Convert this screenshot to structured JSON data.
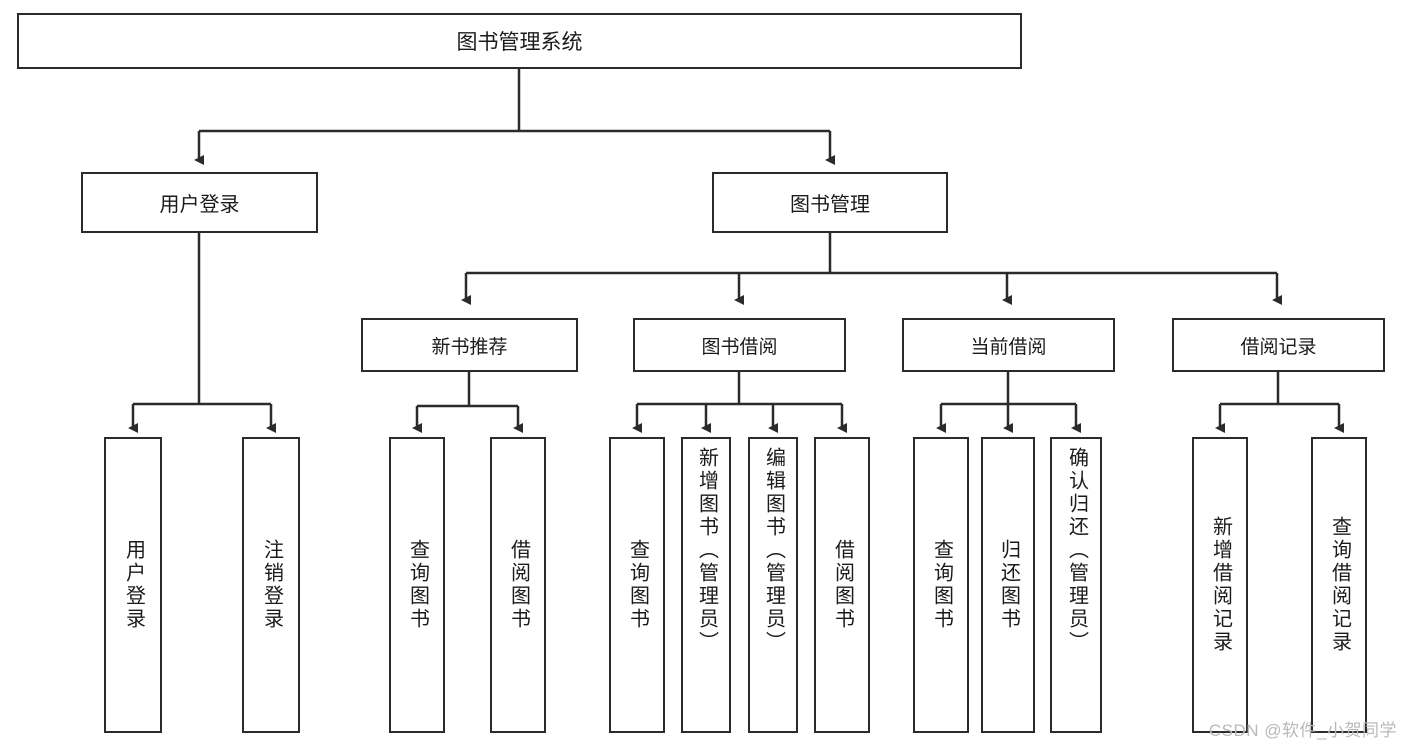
{
  "diagram": {
    "type": "tree",
    "title": "图书管理系统",
    "root": {
      "label": "图书管理系统"
    },
    "tier1": [
      {
        "label": "用户登录"
      },
      {
        "label": "图书管理"
      }
    ],
    "tier2": [
      {
        "label": "新书推荐"
      },
      {
        "label": "图书借阅"
      },
      {
        "label": "当前借阅"
      },
      {
        "label": "借阅记录"
      }
    ],
    "leaves": {
      "user_login": [
        {
          "label": "用户登录"
        },
        {
          "label": "注销登录"
        }
      ],
      "new_book_recommend": [
        {
          "label": "查询图书"
        },
        {
          "label": "借阅图书"
        }
      ],
      "book_borrow": [
        {
          "label": "查询图书"
        },
        {
          "label": "新增图书（管理员）"
        },
        {
          "label": "编辑图书（管理员）"
        },
        {
          "label": "借阅图书"
        }
      ],
      "current_borrow": [
        {
          "label": "查询图书"
        },
        {
          "label": "归还图书"
        },
        {
          "label": "确认归还（管理员）"
        }
      ],
      "borrow_record": [
        {
          "label": "新增借阅记录"
        },
        {
          "label": "查询借阅记录"
        }
      ]
    }
  },
  "watermark": {
    "text": "CSDN @软件_小贺同学"
  },
  "colors": {
    "stroke": "#2b2b2b",
    "background": "#ffffff",
    "text": "#1b1b1b",
    "watermark": "#b9b9b9"
  }
}
